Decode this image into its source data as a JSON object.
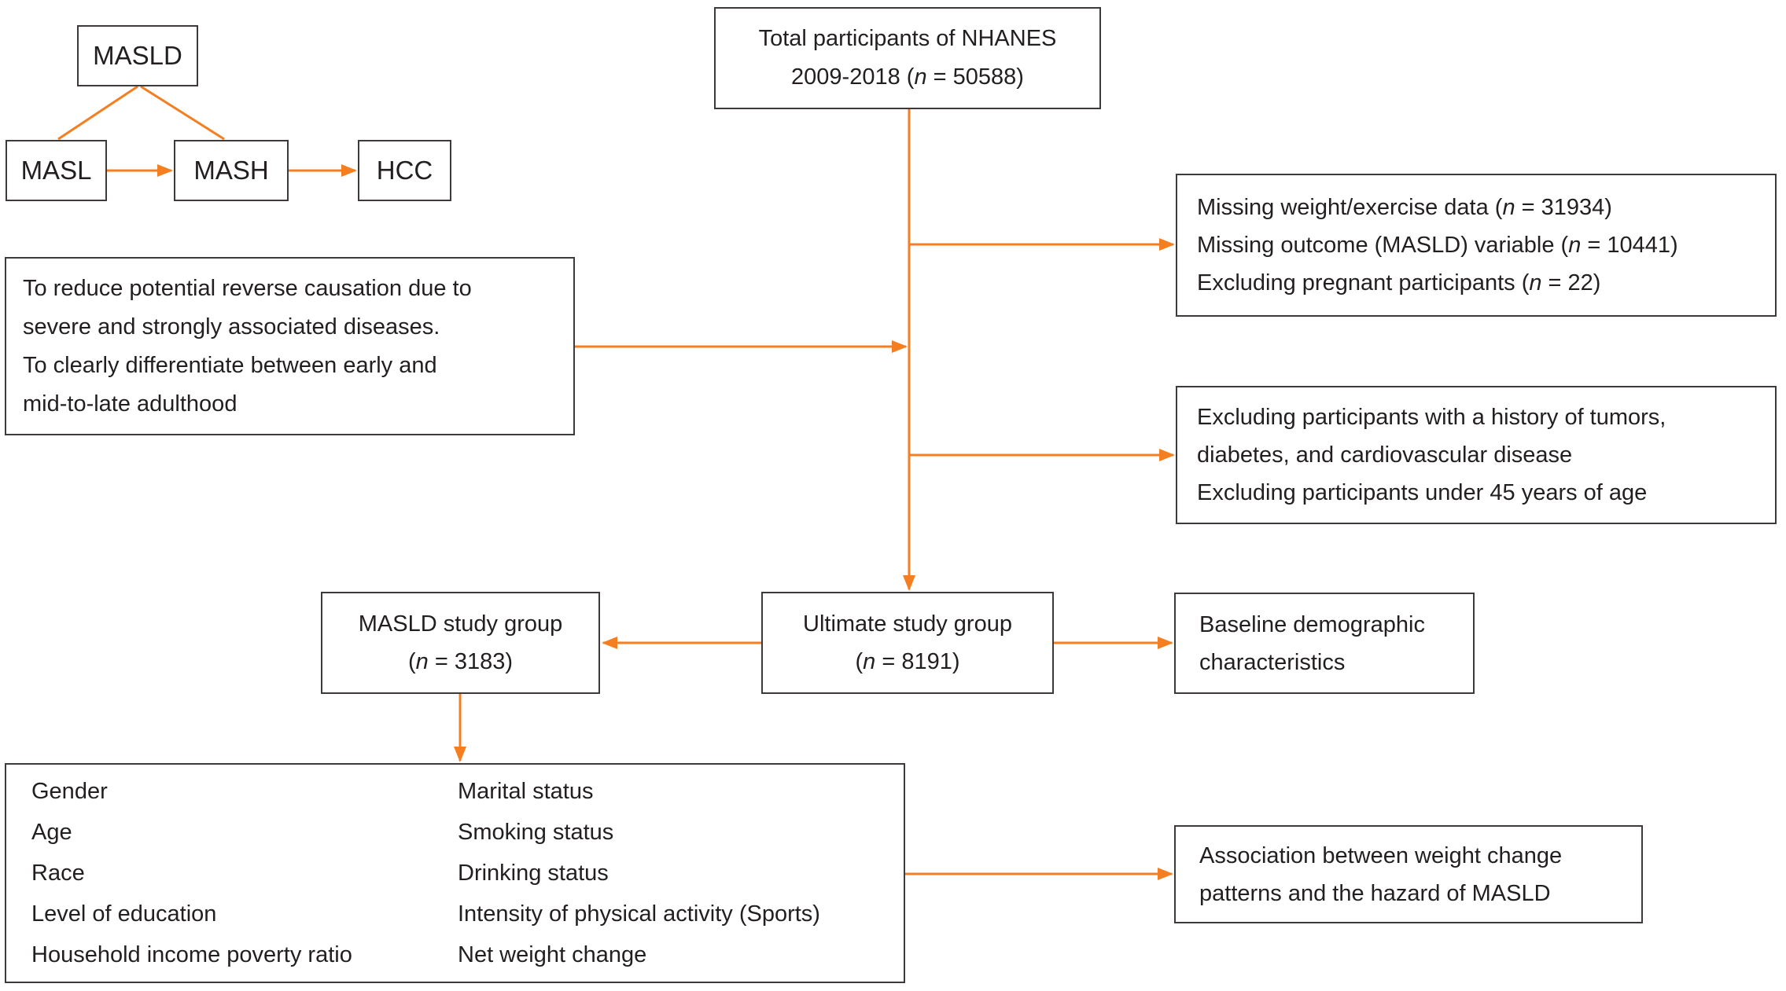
{
  "palette": {
    "accent": "#F57E20",
    "border": "#3E3A39",
    "text": "#231F20",
    "background": "#FFFFFF"
  },
  "disease_flow": {
    "masld": "MASLD",
    "masl": "MASL",
    "mash": "MASH",
    "hcc": "HCC"
  },
  "total_box": {
    "line1": "Total participants of NHANES",
    "line2_pre": "2009-2018 (",
    "n": "n",
    "line2_post": " = 50588)"
  },
  "exclusion1": {
    "lines": [
      {
        "pre": "Missing weight/exercise data (",
        "n": "n",
        "post": " = 31934)"
      },
      {
        "pre": "Missing outcome (MASLD) variable (",
        "n": "n",
        "post": " = 10441)"
      },
      {
        "pre": "Excluding pregnant participants (",
        "n": "n",
        "post": " = 22)"
      }
    ]
  },
  "rationale": {
    "lines": [
      "To reduce potential reverse causation due to",
      "severe and strongly associated diseases.",
      "To clearly differentiate between early and",
      "mid-to-late adulthood"
    ]
  },
  "exclusion2": {
    "lines": [
      "Excluding participants with a history of tumors,",
      "diabetes, and cardiovascular disease",
      "Excluding participants under 45 years of age"
    ]
  },
  "masld_group": {
    "title": "MASLD study group",
    "pre": "(",
    "n": "n",
    "post": " = 3183)"
  },
  "ultimate_group": {
    "title": "Ultimate study group",
    "pre": "(",
    "n": "n",
    "post": " = 8191)"
  },
  "baseline_box": {
    "lines": [
      "Baseline demographic",
      "characteristics"
    ]
  },
  "covariates": {
    "col1": [
      "Gender",
      "Age",
      "Race",
      "Level of education",
      "Household income poverty ratio"
    ],
    "col2": [
      "Marital status",
      "Smoking status",
      "Drinking status",
      "Intensity of physical activity (Sports)",
      "Net weight change"
    ]
  },
  "association_box": {
    "lines": [
      "Association between weight change",
      "patterns and the hazard of MASLD"
    ]
  }
}
